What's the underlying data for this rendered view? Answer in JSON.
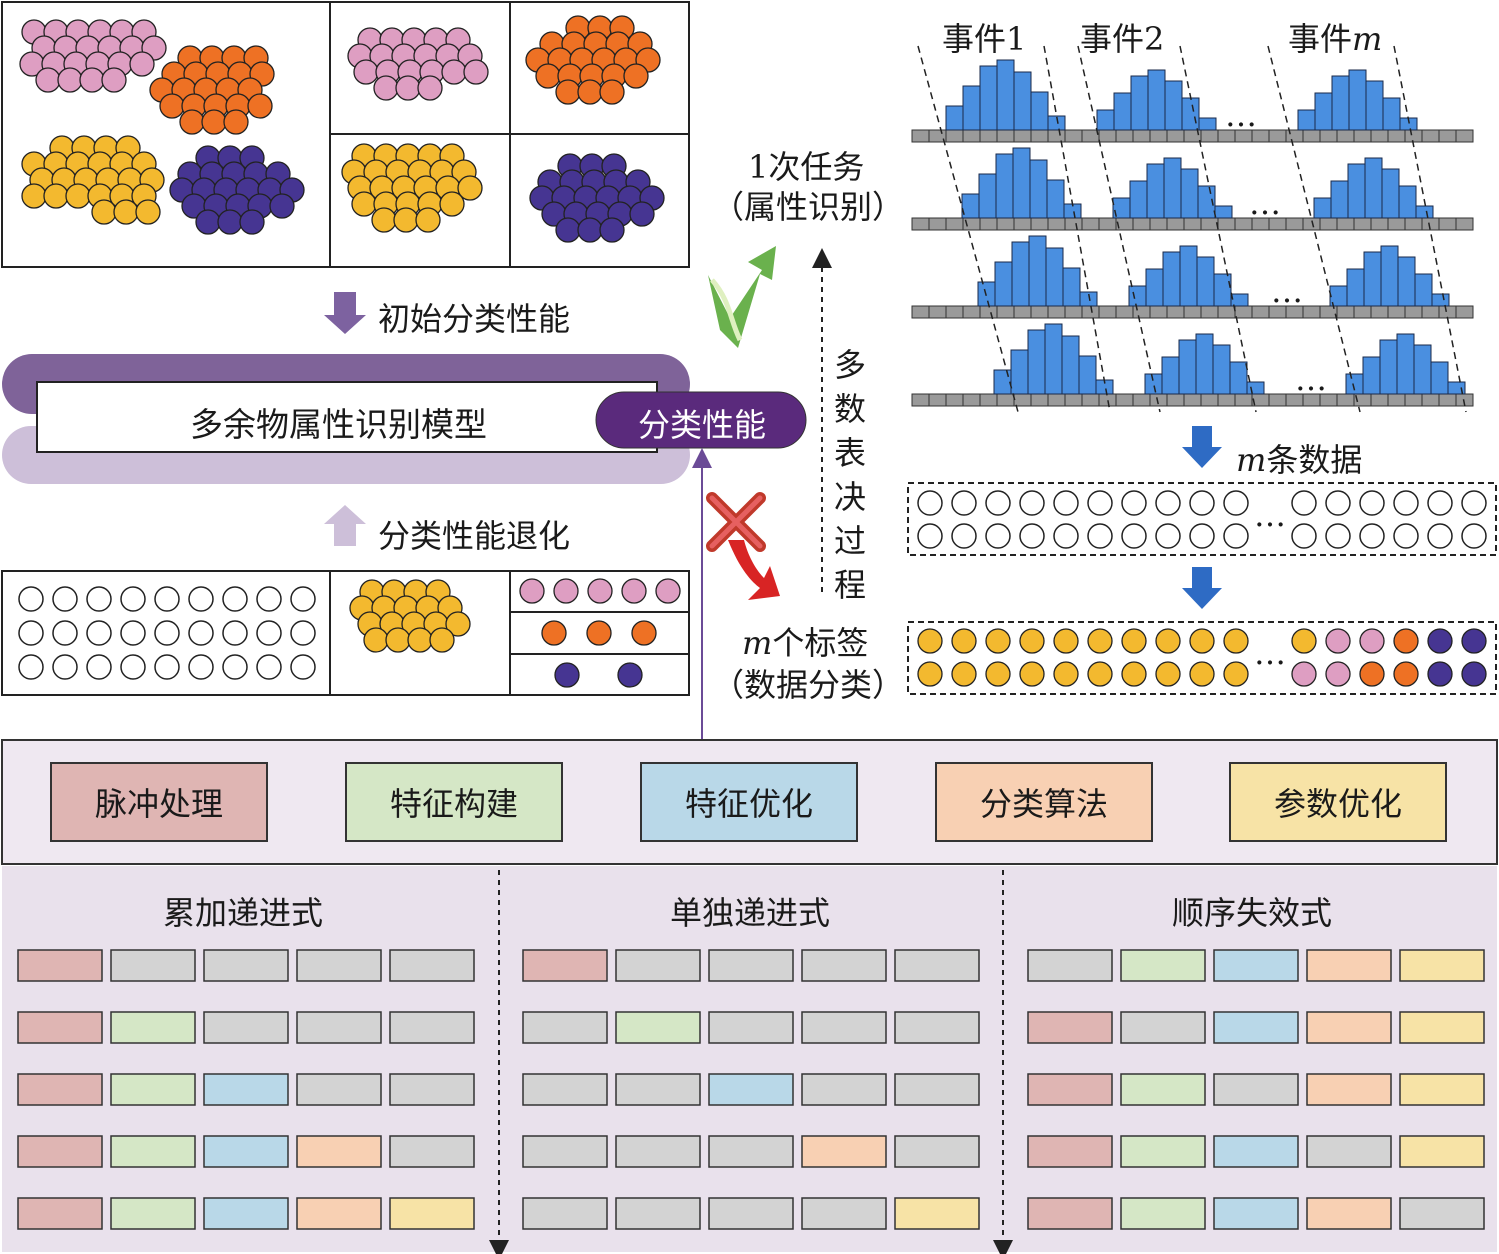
{
  "top_left": {
    "label_initial": "初始分类性能",
    "label_degrade": "分类性能退化"
  },
  "model": {
    "name": "多余物属性识别模型",
    "badge": "分类性能"
  },
  "middle": {
    "task_line1": "1次任务",
    "task_line2": "（属性识别）",
    "vote": [
      "多",
      "数",
      "表",
      "决",
      "过",
      "程"
    ],
    "labels_line1_var": "m",
    "labels_line1_rest": "个标签",
    "labels_line2": "（数据分类）"
  },
  "events": {
    "e1": "事件1",
    "e2": "事件2",
    "em_prefix": "事件",
    "em_var": "m",
    "ellipsis": "…"
  },
  "right": {
    "m_data_var": "m",
    "m_data_rest": "条数据",
    "ellipsis": "…"
  },
  "modules": [
    "脉冲处理",
    "特征构建",
    "特征优化",
    "分类算法",
    "参数优化"
  ],
  "module_colors": [
    "#dfb5b3",
    "#d5e7c6",
    "#b9d8e8",
    "#f8d0b3",
    "#f7e3a6"
  ],
  "gray": "#d3d3d3",
  "ball_colors": {
    "pink": "#de9ec2",
    "orange": "#ee7124",
    "yellow": "#f3b92f",
    "purple": "#463592"
  },
  "modes": [
    {
      "title": "累加递进式",
      "rows": [
        [
          0,
          -1,
          -1,
          -1,
          -1
        ],
        [
          0,
          1,
          -1,
          -1,
          -1
        ],
        [
          0,
          1,
          2,
          -1,
          -1
        ],
        [
          0,
          1,
          2,
          3,
          -1
        ],
        [
          0,
          1,
          2,
          3,
          4
        ]
      ]
    },
    {
      "title": "单独递进式",
      "rows": [
        [
          0,
          -1,
          -1,
          -1,
          -1
        ],
        [
          -1,
          1,
          -1,
          -1,
          -1
        ],
        [
          -1,
          -1,
          2,
          -1,
          -1
        ],
        [
          -1,
          -1,
          -1,
          3,
          -1
        ],
        [
          -1,
          -1,
          -1,
          -1,
          4
        ]
      ]
    },
    {
      "title": "顺序失效式",
      "rows": [
        [
          -1,
          1,
          2,
          3,
          4
        ],
        [
          0,
          -1,
          2,
          3,
          4
        ],
        [
          0,
          1,
          -1,
          3,
          4
        ],
        [
          0,
          1,
          2,
          -1,
          4
        ],
        [
          0,
          1,
          2,
          3,
          -1
        ]
      ]
    }
  ]
}
